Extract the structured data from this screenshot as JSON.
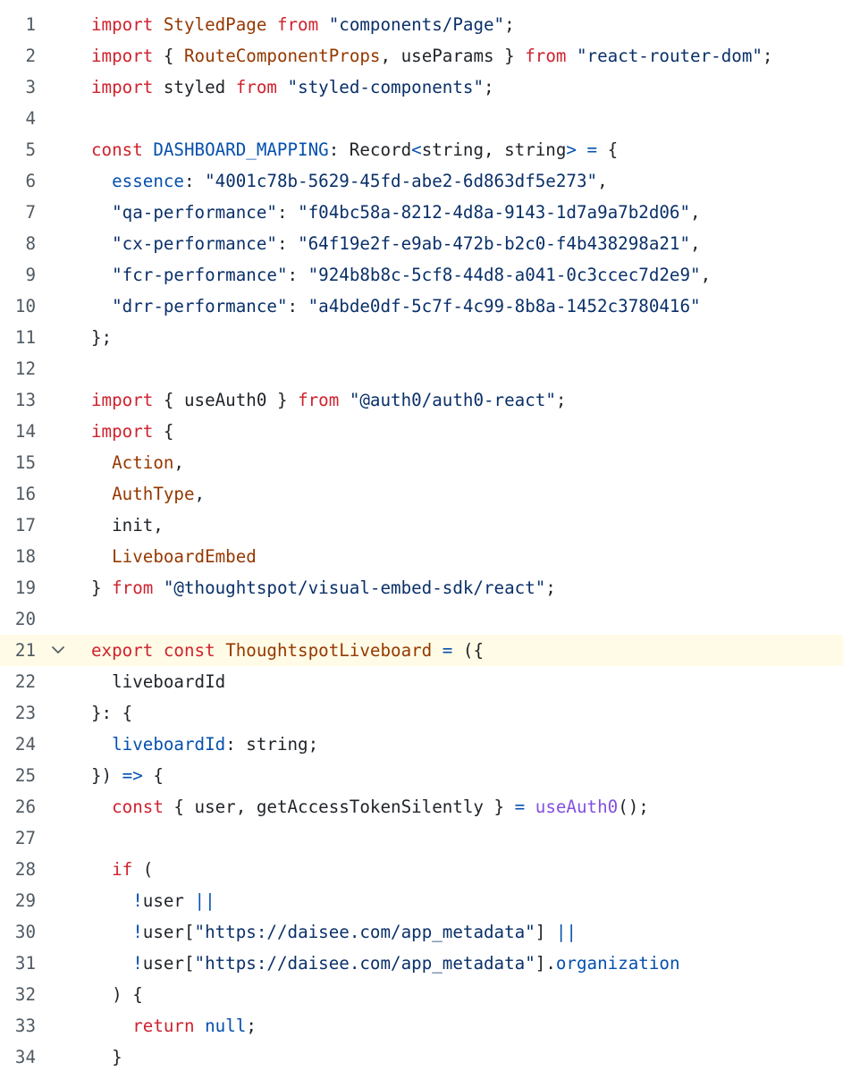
{
  "colors": {
    "keyword": "#cf222e",
    "string": "#0a3069",
    "identifier": "#953800",
    "property": "#0550ae",
    "function": "#8250df",
    "plain": "#1f2328",
    "line_number": "#505a63",
    "highlight_line_bg": "#fffbe6"
  },
  "editor": {
    "highlighted_line": 21,
    "fold_icon": "chevron-down-icon",
    "lines": [
      {
        "n": "1",
        "t": [
          [
            "kw",
            "import "
          ],
          [
            "id",
            "StyledPage "
          ],
          [
            "kw",
            "from "
          ],
          [
            "str",
            "\"components/Page\""
          ],
          [
            "pl",
            ";"
          ]
        ]
      },
      {
        "n": "2",
        "t": [
          [
            "kw",
            "import "
          ],
          [
            "pl",
            "{ "
          ],
          [
            "id",
            "RouteComponentProps"
          ],
          [
            "pl",
            ", useParams } "
          ],
          [
            "kw",
            "from "
          ],
          [
            "str",
            "\"react-router-dom\""
          ],
          [
            "pl",
            ";"
          ]
        ]
      },
      {
        "n": "3",
        "t": [
          [
            "kw",
            "import "
          ],
          [
            "pl",
            "styled "
          ],
          [
            "kw",
            "from "
          ],
          [
            "str",
            "\"styled-components\""
          ],
          [
            "pl",
            ";"
          ]
        ]
      },
      {
        "n": "4",
        "t": []
      },
      {
        "n": "5",
        "t": [
          [
            "kw",
            "const "
          ],
          [
            "prop",
            "DASHBOARD_MAPPING"
          ],
          [
            "pl",
            ": Record"
          ],
          [
            "op",
            "<"
          ],
          [
            "pl",
            "string, string"
          ],
          [
            "op",
            "> ="
          ],
          [
            "pl",
            " {"
          ]
        ]
      },
      {
        "n": "6",
        "t": [
          [
            "pl",
            "  "
          ],
          [
            "prop",
            "essence"
          ],
          [
            "pl",
            ": "
          ],
          [
            "str",
            "\"4001c78b-5629-45fd-abe2-6d863df5e273\""
          ],
          [
            "pl",
            ","
          ]
        ]
      },
      {
        "n": "7",
        "t": [
          [
            "pl",
            "  "
          ],
          [
            "str",
            "\"qa-performance\""
          ],
          [
            "pl",
            ": "
          ],
          [
            "str",
            "\"f04bc58a-8212-4d8a-9143-1d7a9a7b2d06\""
          ],
          [
            "pl",
            ","
          ]
        ]
      },
      {
        "n": "8",
        "t": [
          [
            "pl",
            "  "
          ],
          [
            "str",
            "\"cx-performance\""
          ],
          [
            "pl",
            ": "
          ],
          [
            "str",
            "\"64f19e2f-e9ab-472b-b2c0-f4b438298a21\""
          ],
          [
            "pl",
            ","
          ]
        ]
      },
      {
        "n": "9",
        "t": [
          [
            "pl",
            "  "
          ],
          [
            "str",
            "\"fcr-performance\""
          ],
          [
            "pl",
            ": "
          ],
          [
            "str",
            "\"924b8b8c-5cf8-44d8-a041-0c3ccec7d2e9\""
          ],
          [
            "pl",
            ","
          ]
        ]
      },
      {
        "n": "10",
        "t": [
          [
            "pl",
            "  "
          ],
          [
            "str",
            "\"drr-performance\""
          ],
          [
            "pl",
            ": "
          ],
          [
            "str",
            "\"a4bde0df-5c7f-4c99-8b8a-1452c3780416\""
          ]
        ]
      },
      {
        "n": "11",
        "t": [
          [
            "pl",
            "};"
          ]
        ]
      },
      {
        "n": "12",
        "t": []
      },
      {
        "n": "13",
        "t": [
          [
            "kw",
            "import "
          ],
          [
            "pl",
            "{ useAuth0 } "
          ],
          [
            "kw",
            "from "
          ],
          [
            "str",
            "\"@auth0/auth0-react\""
          ],
          [
            "pl",
            ";"
          ]
        ]
      },
      {
        "n": "14",
        "t": [
          [
            "kw",
            "import "
          ],
          [
            "pl",
            "{"
          ]
        ]
      },
      {
        "n": "15",
        "t": [
          [
            "pl",
            "  "
          ],
          [
            "id",
            "Action"
          ],
          [
            "pl",
            ","
          ]
        ]
      },
      {
        "n": "16",
        "t": [
          [
            "pl",
            "  "
          ],
          [
            "id",
            "AuthType"
          ],
          [
            "pl",
            ","
          ]
        ]
      },
      {
        "n": "17",
        "t": [
          [
            "pl",
            "  init,"
          ]
        ]
      },
      {
        "n": "18",
        "t": [
          [
            "pl",
            "  "
          ],
          [
            "id",
            "LiveboardEmbed"
          ]
        ]
      },
      {
        "n": "19",
        "t": [
          [
            "pl",
            "} "
          ],
          [
            "kw",
            "from "
          ],
          [
            "str",
            "\"@thoughtspot/visual-embed-sdk/react\""
          ],
          [
            "pl",
            ";"
          ]
        ]
      },
      {
        "n": "20",
        "t": []
      },
      {
        "n": "21",
        "t": [
          [
            "kw",
            "export const "
          ],
          [
            "id",
            "ThoughtspotLiveboard"
          ],
          [
            "pl",
            " "
          ],
          [
            "op",
            "="
          ],
          [
            "pl",
            " ({"
          ]
        ]
      },
      {
        "n": "22",
        "t": [
          [
            "pl",
            "  liveboardId"
          ]
        ]
      },
      {
        "n": "23",
        "t": [
          [
            "pl",
            "}: {"
          ]
        ]
      },
      {
        "n": "24",
        "t": [
          [
            "pl",
            "  "
          ],
          [
            "prop",
            "liveboardId"
          ],
          [
            "pl",
            ": string;"
          ]
        ]
      },
      {
        "n": "25",
        "t": [
          [
            "pl",
            "}) "
          ],
          [
            "op",
            "=>"
          ],
          [
            "pl",
            " {"
          ]
        ]
      },
      {
        "n": "26",
        "t": [
          [
            "pl",
            "  "
          ],
          [
            "kw",
            "const "
          ],
          [
            "pl",
            "{ user, getAccessTokenSilently } "
          ],
          [
            "op",
            "="
          ],
          [
            "pl",
            " "
          ],
          [
            "fn",
            "useAuth0"
          ],
          [
            "pl",
            "();"
          ]
        ]
      },
      {
        "n": "27",
        "t": []
      },
      {
        "n": "28",
        "t": [
          [
            "pl",
            "  "
          ],
          [
            "kw",
            "if "
          ],
          [
            "pl",
            "("
          ]
        ]
      },
      {
        "n": "29",
        "t": [
          [
            "pl",
            "    "
          ],
          [
            "op",
            "!"
          ],
          [
            "pl",
            "user "
          ],
          [
            "op",
            "||"
          ]
        ]
      },
      {
        "n": "30",
        "t": [
          [
            "pl",
            "    "
          ],
          [
            "op",
            "!"
          ],
          [
            "pl",
            "user["
          ],
          [
            "str",
            "\"https://daisee.com/app_metadata\""
          ],
          [
            "pl",
            "] "
          ],
          [
            "op",
            "||"
          ]
        ]
      },
      {
        "n": "31",
        "t": [
          [
            "pl",
            "    "
          ],
          [
            "op",
            "!"
          ],
          [
            "pl",
            "user["
          ],
          [
            "str",
            "\"https://daisee.com/app_metadata\""
          ],
          [
            "pl",
            "]."
          ],
          [
            "prop",
            "organization"
          ]
        ]
      },
      {
        "n": "32",
        "t": [
          [
            "pl",
            "  ) {"
          ]
        ]
      },
      {
        "n": "33",
        "t": [
          [
            "pl",
            "    "
          ],
          [
            "kw",
            "return "
          ],
          [
            "prop",
            "null"
          ],
          [
            "pl",
            ";"
          ]
        ]
      },
      {
        "n": "34",
        "t": [
          [
            "pl",
            "  }"
          ]
        ]
      }
    ]
  }
}
